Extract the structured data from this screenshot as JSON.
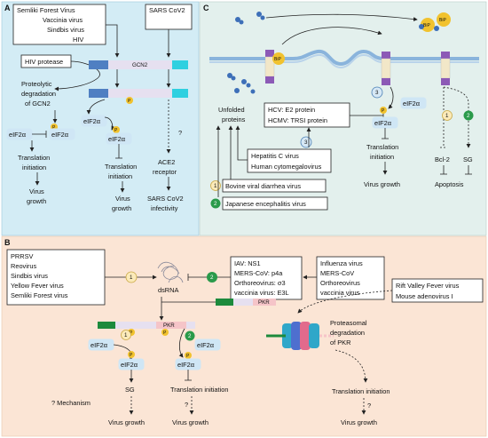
{
  "panels": {
    "a": "A",
    "b": "B",
    "c": "C"
  },
  "panel_a": {
    "viruses": [
      "Semliki Forest Virus",
      "Vaccinia virus",
      "Sindbis virus",
      "HIV"
    ],
    "sars": "SARS CoV2",
    "hiv_protease": "HIV protease",
    "gcn2": "GCN2",
    "proteolytic": [
      "Proteolytic",
      "degradation",
      "of  GCN2"
    ],
    "eif2a": "eIF2α",
    "p": "P",
    "q": "?",
    "translation": [
      "Translation",
      "initiation"
    ],
    "virus_growth": [
      "Virus",
      "growth"
    ],
    "ace2": [
      "ACE2",
      "receptor"
    ],
    "sars_inf": [
      "SARS CoV2",
      "infectivity"
    ]
  },
  "panel_c": {
    "unfolded": [
      "Unfolded",
      "proteins"
    ],
    "bip": "BiP",
    "hcv": "HCV: E2 protein",
    "hcmv": "HCMV: TRSI protein",
    "hep": [
      "Hepatitis C virus",
      "Human cytomegalovirus"
    ],
    "bvd": "Bovine viral diarrhea virus",
    "jev": "Japanese encephalitis virus",
    "eif2a": "eIF2α",
    "translation": [
      "Translation",
      "initiation"
    ],
    "virus_growth": "Virus growth",
    "bcl2": "Bcl-2",
    "sg": "SG",
    "apoptosis": "Apoptosis",
    "n1": "1",
    "n2": "2",
    "n3": "3"
  },
  "panel_b": {
    "left_viruses": [
      "PRRSV",
      "Reovirus",
      "Sindbis virus",
      "Yellow Fever virus",
      "Semliki Forest virus"
    ],
    "dsrna": "dsRNA",
    "inhibitors": [
      "IAV: NS1",
      "MERS-CoV: p4a",
      "Orthoreovirus: σ3",
      "vaccinia virus: E3L"
    ],
    "right_viruses": [
      "Influenza virus",
      "MERS-CoV",
      "Orthoreovirus",
      "vaccinia virus"
    ],
    "rvf": [
      "Rift Valley Fever virus",
      "Mouse adenovirus I"
    ],
    "pkr": "PKR",
    "proteasomal": [
      "Proteasomal",
      "degradation",
      "of PKR"
    ],
    "eif2a": "eIF2α",
    "sg": "SG",
    "mechanism": "? Mechanism",
    "translation": "Translation initiation",
    "q": "?",
    "virus_growth": "Virus growth",
    "n1": "1",
    "n2": "2"
  },
  "colors": {
    "panel_a_bg": "#d3ecf5",
    "panel_c_bg": "#e3f0ed",
    "panel_b_bg": "#fbe5d5",
    "eif_fill": "#cfe6f5",
    "phospho": "#f1c22e",
    "gcn2_blue": "#5b8ac9",
    "gcn2_cyan": "#2fd0e0",
    "pkr_green": "#1c8a3c",
    "pkr_pink": "#f5c4c8",
    "badge1": "#fbeab9",
    "badge2": "#2a9a4a",
    "badge3": "#d6e8f5",
    "membrane": "#8ab4dc",
    "receptor_purple": "#8c5ab6"
  }
}
